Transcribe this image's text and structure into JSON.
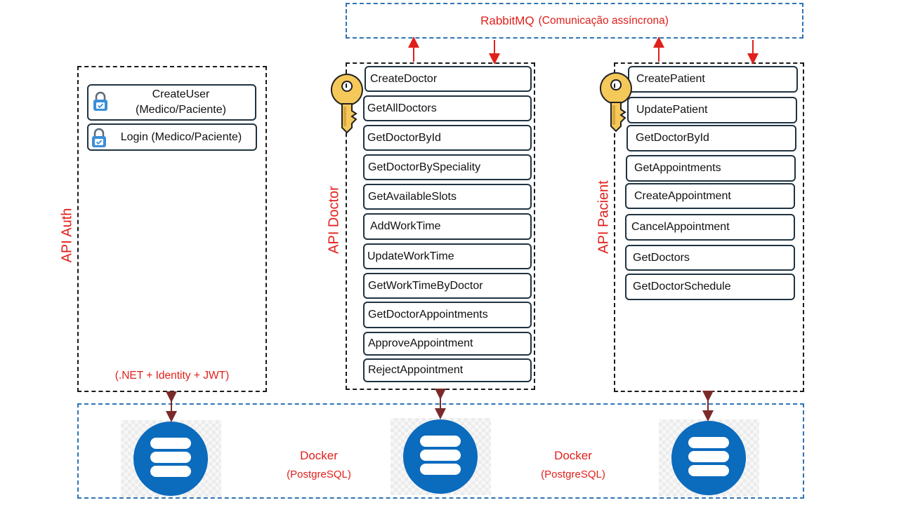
{
  "rabbitmq": {
    "title": "RabbitMQ",
    "subtitle": "(Comunicação assíncrona)"
  },
  "auth": {
    "label": "API Auth",
    "endpoints": [
      "CreateUser\n(Medico/Paciente)",
      "Login (Medico/Paciente)"
    ],
    "footer": "(.NET + Identity + JWT)"
  },
  "doctor": {
    "label": "API Doctor",
    "endpoints": [
      "CreateDoctor",
      "GetAllDoctors",
      "GetDoctorById",
      "GetDoctorBySpeciality",
      "GetAvailableSlots",
      "AddWorkTime",
      "UpdateWorkTime",
      "GetWorkTimeByDoctor",
      "GetDoctorAppointments",
      "ApproveAppointment",
      "RejectAppointment"
    ]
  },
  "patient": {
    "label": "API Pacient",
    "endpoints": [
      "CreatePatient",
      "UpdatePatient",
      "GetDoctorById",
      "GetAppointments",
      "CreateAppointment",
      "CancelAppointment",
      "GetDoctors",
      "GetDoctorSchedule"
    ]
  },
  "docker": [
    {
      "title": "Docker",
      "subtitle": "(PostgreSQL)"
    },
    {
      "title": "Docker",
      "subtitle": "(PostgreSQL)"
    }
  ],
  "icons": {
    "lock": "lock-icon",
    "key": "key-icon",
    "database": "database-icon"
  },
  "colors": {
    "accent_red": "#e0201b",
    "dash_blue": "#2e75b6",
    "db_blue": "#0b6bbd",
    "key_yellow": "#f5c85a"
  }
}
